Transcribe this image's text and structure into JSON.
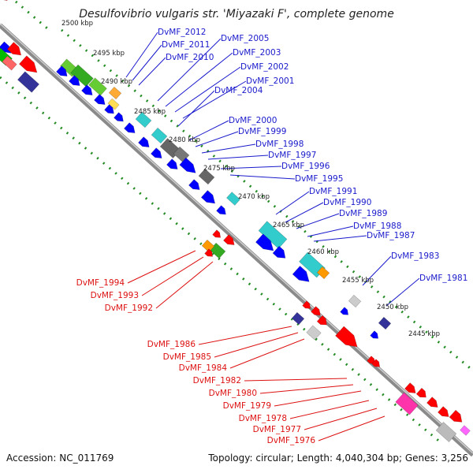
{
  "title": "Desulfovibrio vulgaris str. 'Miyazaki F', complete genome",
  "footer": {
    "accession": "Accession: NC_011769",
    "summary": "Topology: circular; Length: 4,040,304 bp; Genes: 3,256"
  },
  "colors": {
    "plus_strand_label": "#1a1acc",
    "minus_strand_label": "#dd1111",
    "backbone": "#8a8a8a",
    "tick_dots": "#228b22"
  },
  "ticks": [
    {
      "label": "2500 kbp"
    },
    {
      "label": "2495 kbp"
    },
    {
      "label": "2490 kbp"
    },
    {
      "label": "2485 kbp"
    },
    {
      "label": "2480 kbp"
    },
    {
      "label": "2475 kbp"
    },
    {
      "label": "2470 kbp"
    },
    {
      "label": "2465 kbp"
    },
    {
      "label": "2460 kbp"
    },
    {
      "label": "2455 kbp"
    },
    {
      "label": "2450 kbp"
    },
    {
      "label": "2445 kbp"
    }
  ],
  "plus_labels": [
    "DvMF_2012",
    "DvMF_2011",
    "DvMF_2010",
    "DvMF_2005",
    "DvMF_2003",
    "DvMF_2002",
    "DvMF_2001",
    "DvMF_2004",
    "DvMF_2000",
    "DvMF_1999",
    "DvMF_1998",
    "DvMF_1997",
    "DvMF_1996",
    "DvMF_1995",
    "DvMF_1991",
    "DvMF_1990",
    "DvMF_1989",
    "DvMF_1988",
    "DvMF_1987",
    "DvMF_1983",
    "DvMF_1981"
  ],
  "minus_labels": [
    "DvMF_1994",
    "DvMF_1993",
    "DvMF_1992",
    "DvMF_1986",
    "DvMF_1985",
    "DvMF_1984",
    "DvMF_1982",
    "DvMF_1980",
    "DvMF_1979",
    "DvMF_1978",
    "DvMF_1977",
    "DvMF_1976"
  ]
}
